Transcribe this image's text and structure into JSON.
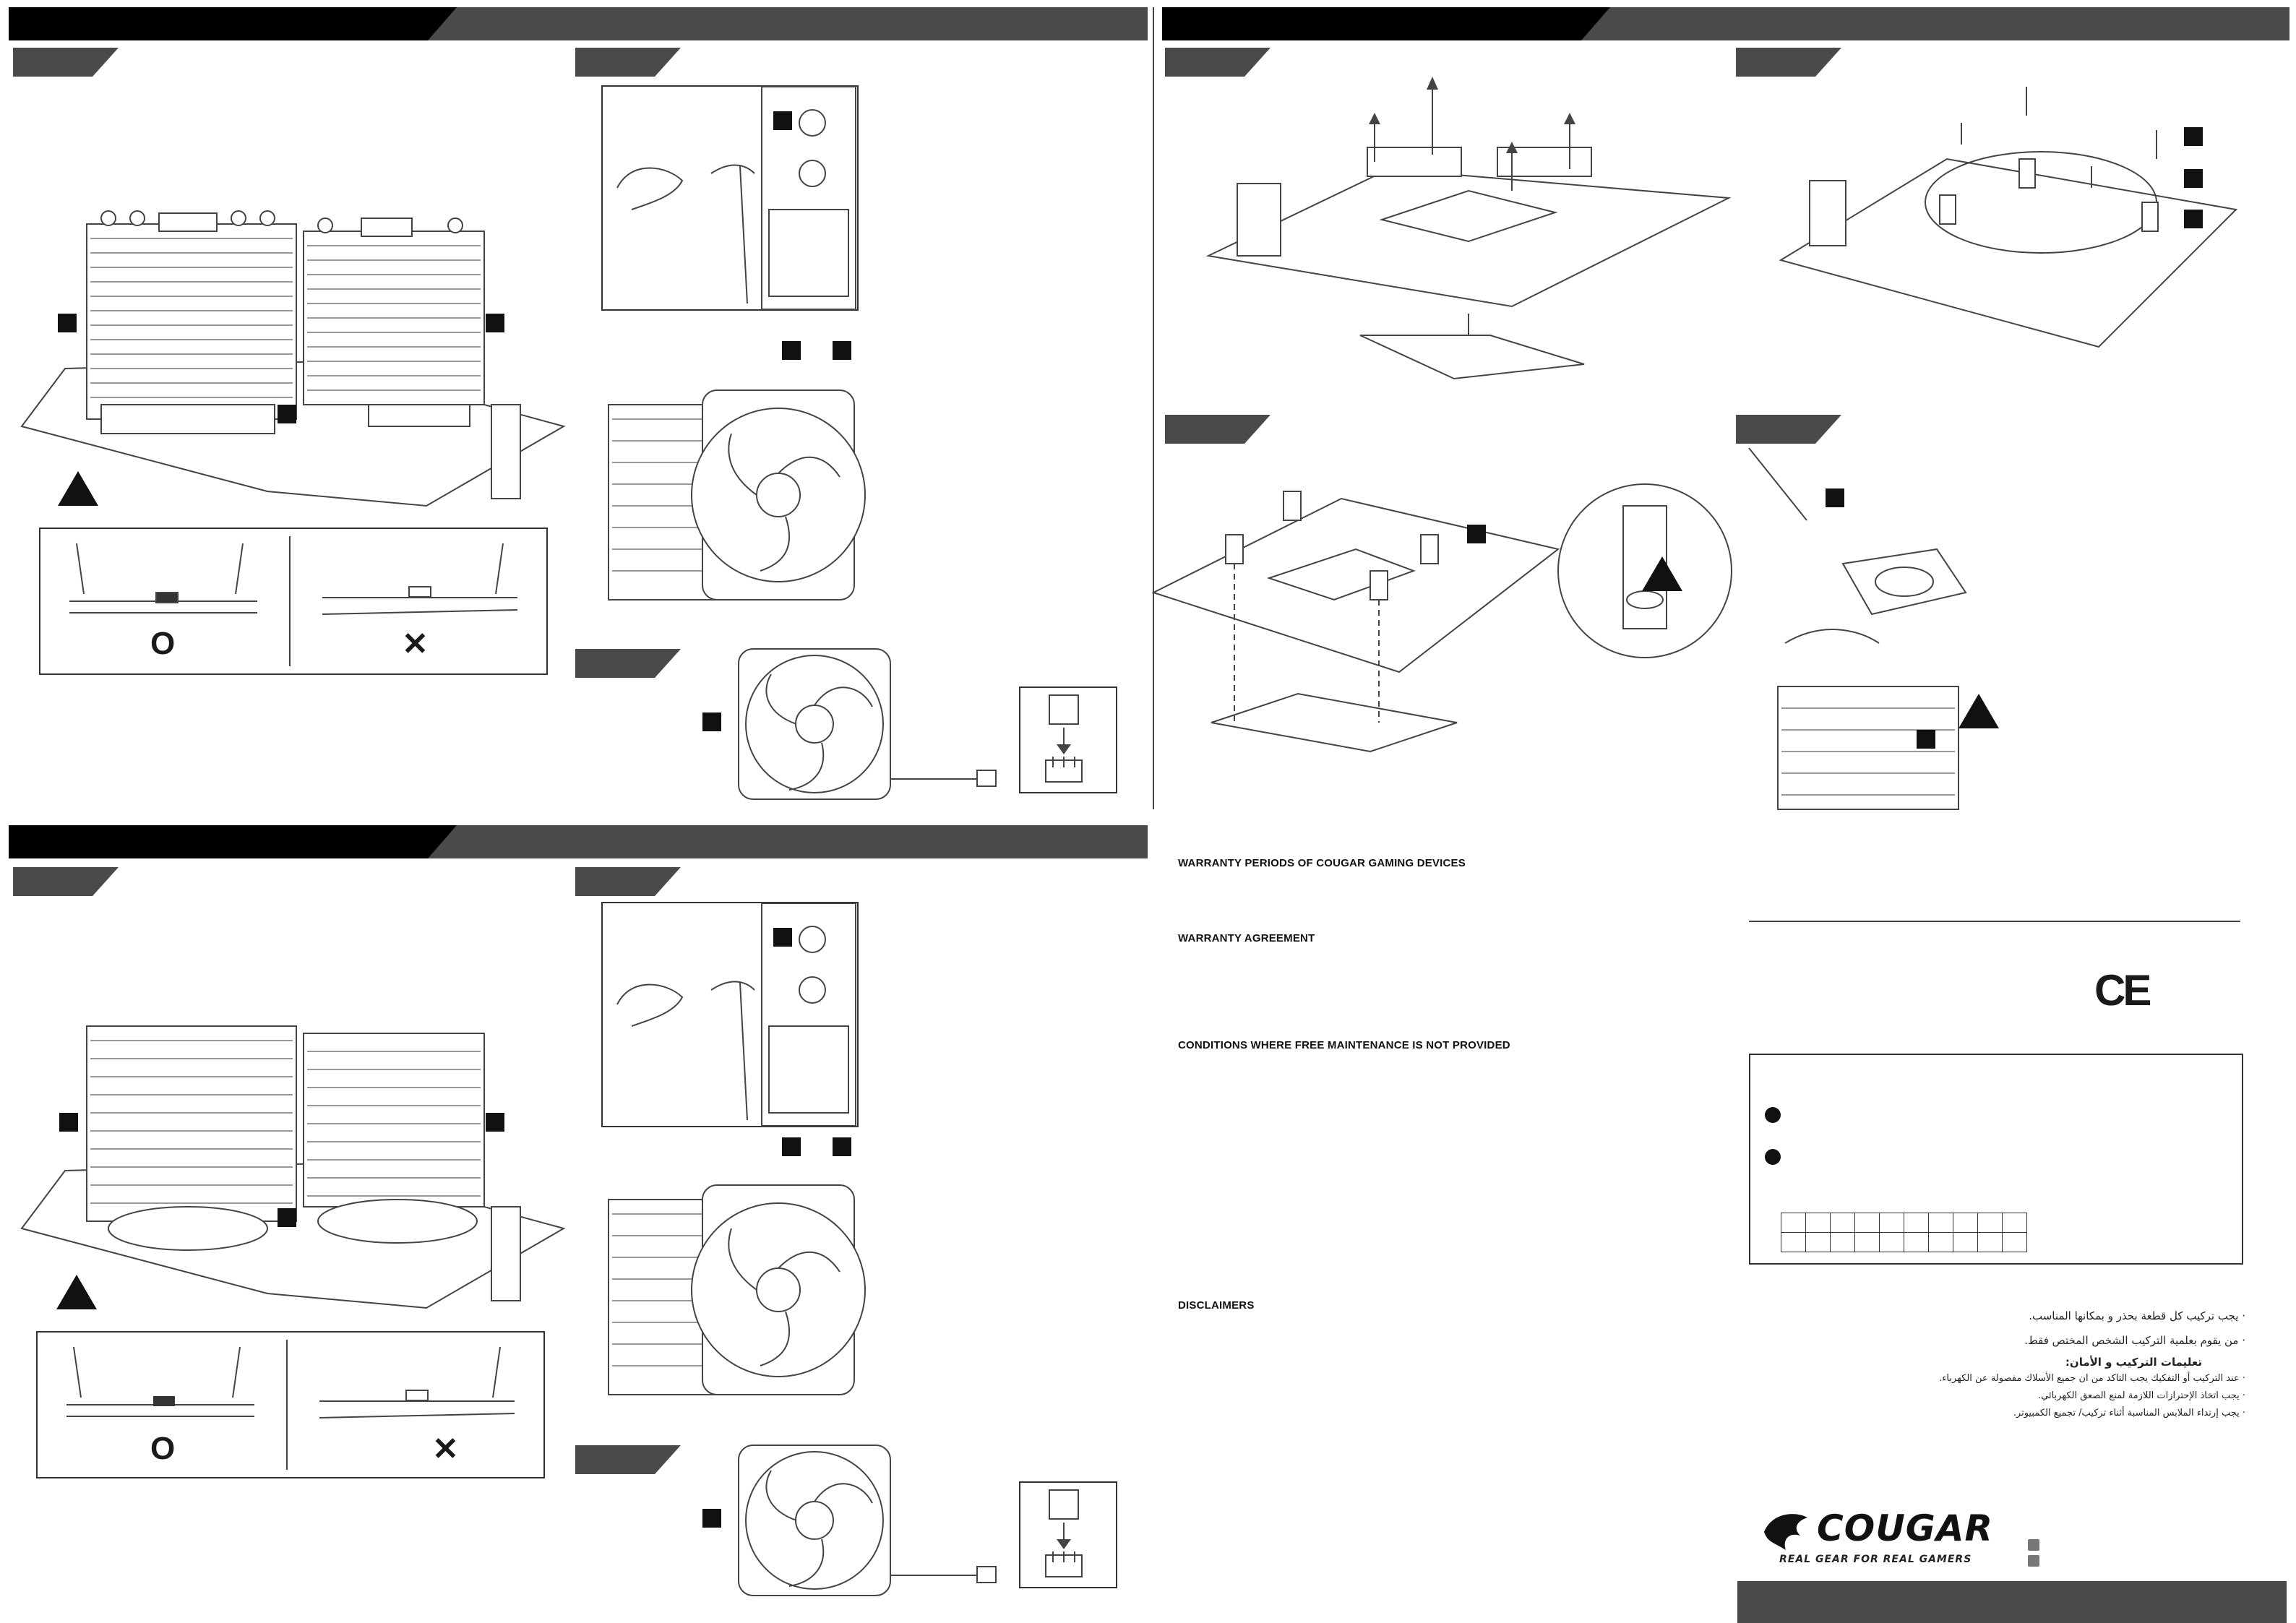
{
  "colors": {
    "header_dark": "#000000",
    "header_gray": "#4a4a4a",
    "line_art": "#444444"
  },
  "install_panels": {
    "ok_symbol": "O",
    "ng_symbol": "✕"
  },
  "warranty": {
    "periods_heading": "WARRANTY PERIODS OF COUGAR GAMING DEVICES",
    "agreement_heading": "WARRANTY AGREEMENT",
    "conditions_heading": "CONDITIONS WHERE FREE MAINTENANCE IS NOT PROVIDED",
    "disclaimers_heading": "DISCLAIMERS"
  },
  "compliance": {
    "ce_mark": "CE"
  },
  "arabic_notes": {
    "line1": "· يجب تركيب كل قطعة بحذر و بمكانها المناسب.",
    "line2": "· من يقوم بعلمية التركيب الشخص المختص فقط.",
    "heading": "تعليمات التركيب و الأمان:",
    "line3": "· عند التركيب أو التفكيك يجب التاكد من ان جميع الأسلاك مفصولة عن الكهرباء.",
    "line4": "· يجب اتخاذ الإحترازات اللازمة لمنع الصعق الكهربائي.",
    "line5": "· يجب إرتداء الملابس المناسبة أثناء تركيب/ تجميع الكمبيوتر."
  },
  "brand": {
    "logo_text": "COUGAR",
    "tagline": "REAL GEAR FOR REAL GAMERS",
    "social_icons": [
      "facebook-icon",
      "youtube-icon"
    ]
  }
}
